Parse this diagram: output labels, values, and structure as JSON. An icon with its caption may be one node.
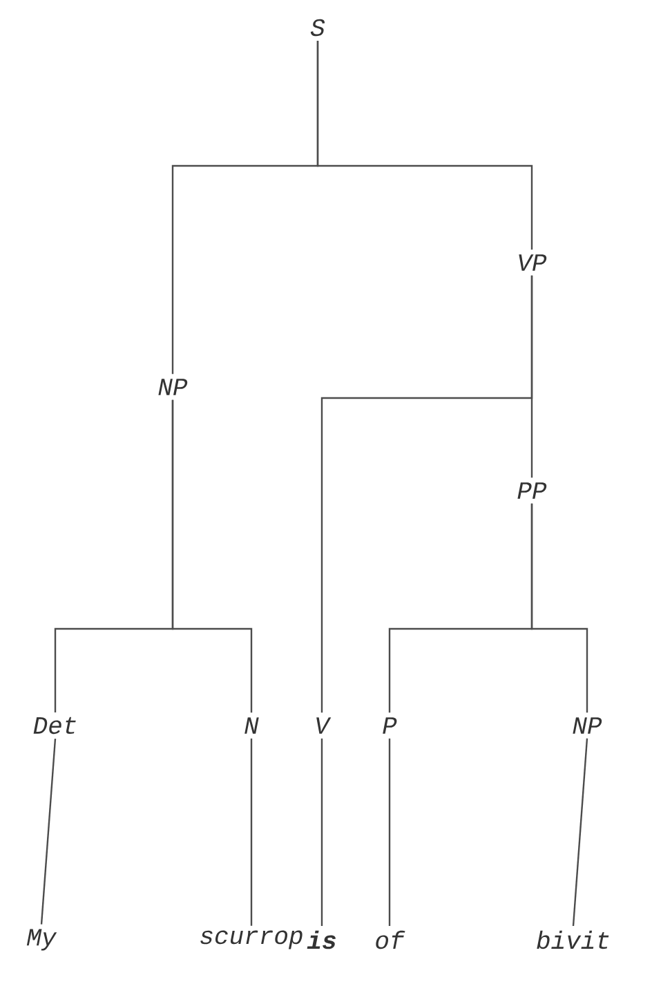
{
  "diagram": {
    "nodes": [
      {
        "text": [
          "S"
        ]
      },
      {
        "text": [
          "VP"
        ]
      },
      {
        "text": [
          "NP"
        ]
      },
      {
        "text": [
          "PP"
        ]
      },
      {
        "text": [
          "Det"
        ]
      },
      {
        "text": [
          "N"
        ]
      },
      {
        "text": [
          "V"
        ]
      },
      {
        "text": [
          "P"
        ]
      },
      {
        "text": [
          "NP"
        ]
      },
      {
        "text": [
          "My"
        ]
      },
      {
        "text": [
          "scurrop"
        ]
      },
      {
        "text": [
          "**is**"
        ]
      },
      {
        "text": [
          "of"
        ]
      },
      {
        "text": [
          "bivit"
        ]
      }
    ],
    "edges": [
      {
        "from": 0,
        "to": 2,
        "arrow": "none"
      },
      {
        "from": 0,
        "to": 1,
        "arrow": "none"
      },
      {
        "from": 1,
        "to": 6,
        "arrow": "none"
      },
      {
        "from": 1,
        "to": 3,
        "arrow": "none"
      },
      {
        "from": 2,
        "to": 4,
        "arrow": "none"
      },
      {
        "from": 2,
        "to": 5,
        "arrow": "none"
      },
      {
        "from": 3,
        "to": 7,
        "arrow": "none"
      },
      {
        "from": 3,
        "to": 8,
        "arrow": "none"
      },
      {
        "from": 4,
        "to": 9,
        "arrow": "none"
      },
      {
        "from": 5,
        "to": 10,
        "arrow": "none"
      },
      {
        "from": 6,
        "to": 11,
        "arrow": "none"
      },
      {
        "from": 7,
        "to": 12,
        "arrow": "none"
      },
      {
        "from": 8,
        "to": 13,
        "arrow": "none"
      }
    ]
  }
}
